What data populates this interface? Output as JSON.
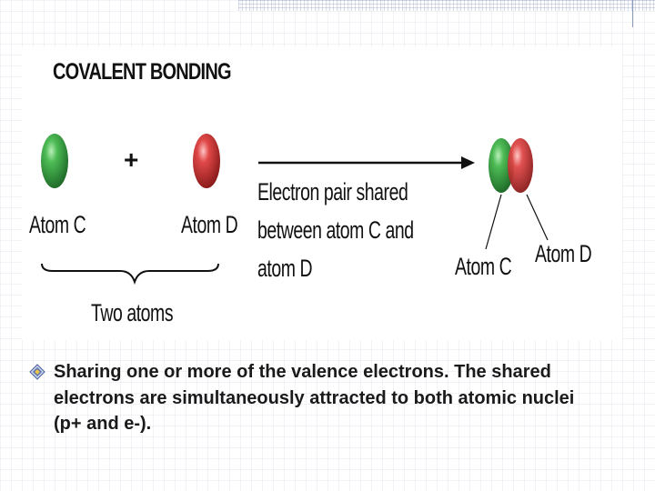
{
  "figure": {
    "title": "COVALENT BONDING",
    "plus": "+",
    "atom_c_label": "Atom C",
    "atom_d_label": "Atom D",
    "arrow_caption_line1": "Electron pair shared",
    "arrow_caption_line2": "between atom C and",
    "arrow_caption_line3": "atom D",
    "bonded_atom_c_label": "Atom C",
    "bonded_atom_d_label": "Atom D",
    "brace_label": "Two atoms",
    "colors": {
      "atom_c": "#2e9b3e",
      "atom_d": "#d23a3a"
    }
  },
  "bullet": {
    "icon": "diamond-bullet-icon",
    "text": "Sharing one or more of the valence electrons. The shared electrons are simultaneously attracted to both atomic nuclei (p+ and e-)."
  }
}
